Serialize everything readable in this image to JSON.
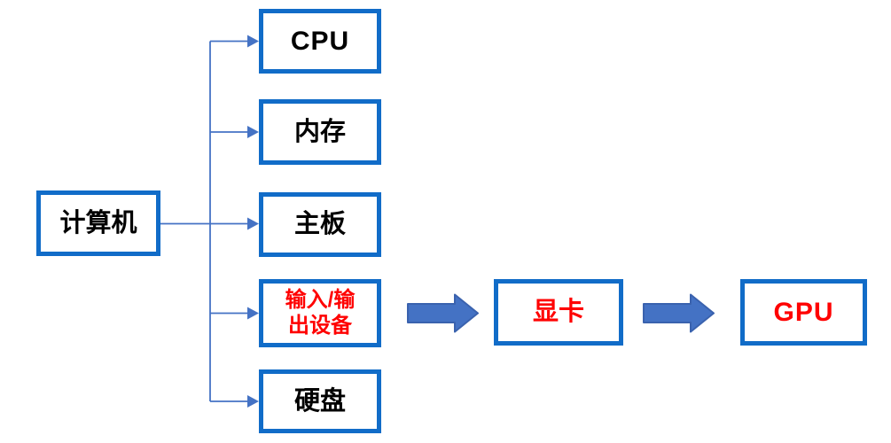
{
  "diagram": {
    "nodes": {
      "computer": {
        "label": "计算机",
        "text_color": "#000000"
      },
      "cpu": {
        "label": "CPU",
        "text_color": "#000000"
      },
      "memory": {
        "label": "内存",
        "text_color": "#000000"
      },
      "motherboard": {
        "label": "主板",
        "text_color": "#000000"
      },
      "io_devices": {
        "label": "输入/输\n出设备",
        "text_color": "#FF0000"
      },
      "hard_disk": {
        "label": "硬盘",
        "text_color": "#000000"
      },
      "graphics_card": {
        "label": "显卡",
        "text_color": "#FF0000"
      },
      "gpu": {
        "label": "GPU",
        "text_color": "#FF0000"
      }
    },
    "edges": [
      {
        "from": "计算机",
        "to": "CPU",
        "style": "thin-arrow"
      },
      {
        "from": "计算机",
        "to": "内存",
        "style": "thin-arrow"
      },
      {
        "from": "计算机",
        "to": "主板",
        "style": "thin-arrow"
      },
      {
        "from": "计算机",
        "to": "输入/输出设备",
        "style": "thin-arrow"
      },
      {
        "from": "计算机",
        "to": "硬盘",
        "style": "thin-arrow"
      },
      {
        "from": "输入/输出设备",
        "to": "显卡",
        "style": "block-arrow"
      },
      {
        "from": "显卡",
        "to": "GPU",
        "style": "block-arrow"
      }
    ],
    "colors": {
      "background": "#FFFFFF",
      "box_border": "#116CC8",
      "connector_line": "#4472C4",
      "block_arrow_fill": "#4472C4",
      "block_arrow_stroke": "#3A62AE",
      "text_default": "#000000",
      "text_highlight": "#FF0000"
    }
  }
}
